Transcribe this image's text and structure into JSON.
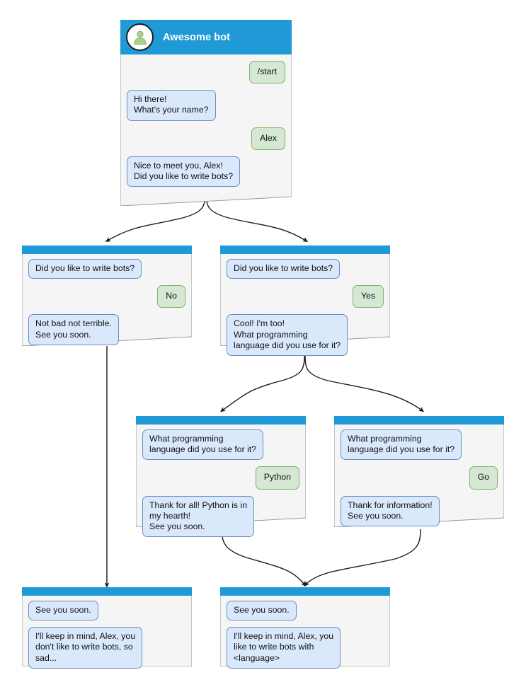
{
  "diagram": {
    "title": "Telegram bot conversation flow",
    "colors": {
      "header_blue": "#1f9ad6",
      "card_body": "#f5f5f5",
      "card_border": "#999999",
      "bot_bubble_fill": "#dae8fc",
      "bot_bubble_border": "#6c8ebf",
      "user_bubble_fill": "#d5e8d4",
      "user_bubble_border": "#82b366",
      "edge": "#1b1b1b",
      "avatar_person": "#a9d08e"
    }
  },
  "cards": [
    {
      "id": "root",
      "header_type": "titled",
      "bot_name": "Awesome bot",
      "avatar_icon": "person-avatar-icon",
      "messages": [
        {
          "side": "user",
          "text": "/start"
        },
        {
          "side": "bot",
          "text": "Hi there!\nWhat's your name?"
        },
        {
          "side": "user",
          "text": "Alex"
        },
        {
          "side": "bot",
          "text": "Nice to meet you, Alex!\nDid you like to write bots?"
        }
      ]
    },
    {
      "id": "branch-no",
      "header_type": "bar",
      "messages": [
        {
          "side": "bot",
          "text": "Did you like to write bots?"
        },
        {
          "side": "user",
          "text": "No"
        },
        {
          "side": "bot",
          "text": "Not bad not terrible.\nSee you soon."
        }
      ]
    },
    {
      "id": "branch-yes",
      "header_type": "bar",
      "messages": [
        {
          "side": "bot",
          "text": "Did you like to write bots?"
        },
        {
          "side": "user",
          "text": "Yes"
        },
        {
          "side": "bot",
          "text": "Cool! I'm too!\nWhat programming\nlanguage did you use for it?"
        }
      ]
    },
    {
      "id": "branch-python",
      "header_type": "bar",
      "messages": [
        {
          "side": "bot",
          "text": "What programming\nlanguage did you use for it?"
        },
        {
          "side": "user",
          "text": "Python"
        },
        {
          "side": "bot",
          "text": "Thank for all! Python is in\nmy hearth!\nSee you soon."
        }
      ]
    },
    {
      "id": "branch-go",
      "header_type": "bar",
      "messages": [
        {
          "side": "bot",
          "text": "What programming\nlanguage did you use for it?"
        },
        {
          "side": "user",
          "text": "Go"
        },
        {
          "side": "bot",
          "text": "Thank for information!\nSee you soon."
        }
      ]
    },
    {
      "id": "end-sad",
      "header_type": "bar",
      "messages": [
        {
          "side": "bot",
          "text": "See you soon."
        },
        {
          "side": "bot",
          "text": "I'll keep in mind, Alex, you\ndon't like to write bots, so\nsad..."
        }
      ]
    },
    {
      "id": "end-happy",
      "header_type": "bar",
      "messages": [
        {
          "side": "bot",
          "text": "See you soon."
        },
        {
          "side": "bot",
          "text": "I'll keep in mind, Alex, you\nlike to write bots with\n<language>"
        }
      ]
    }
  ],
  "text": {
    "root_bot_name": "Awesome bot",
    "m_start": "/start",
    "m_hi": "Hi there!\nWhat's your name?",
    "m_alex": "Alex",
    "m_nice": "Nice to meet you, Alex!\nDid you like to write bots?",
    "m_didyou": "Did you like to write bots?",
    "m_no": "No",
    "m_notbad": "Not bad not terrible.\nSee you soon.",
    "m_yes": "Yes",
    "m_cool": "Cool! I'm too!\nWhat programming\nlanguage did you use for it?",
    "m_whatlang": "What programming\nlanguage did you use for it?",
    "m_python": "Python",
    "m_thankall": "Thank for all! Python is in\nmy hearth!\nSee you soon.",
    "m_go": "Go",
    "m_thankinfo": "Thank for information!\nSee you soon.",
    "m_seeyou": "See you soon.",
    "m_keepsad": "I'll keep in mind, Alex, you\ndon't like to write bots, so\nsad...",
    "m_keephappy": "I'll keep in mind, Alex, you\nlike to write bots with\n<language>"
  }
}
